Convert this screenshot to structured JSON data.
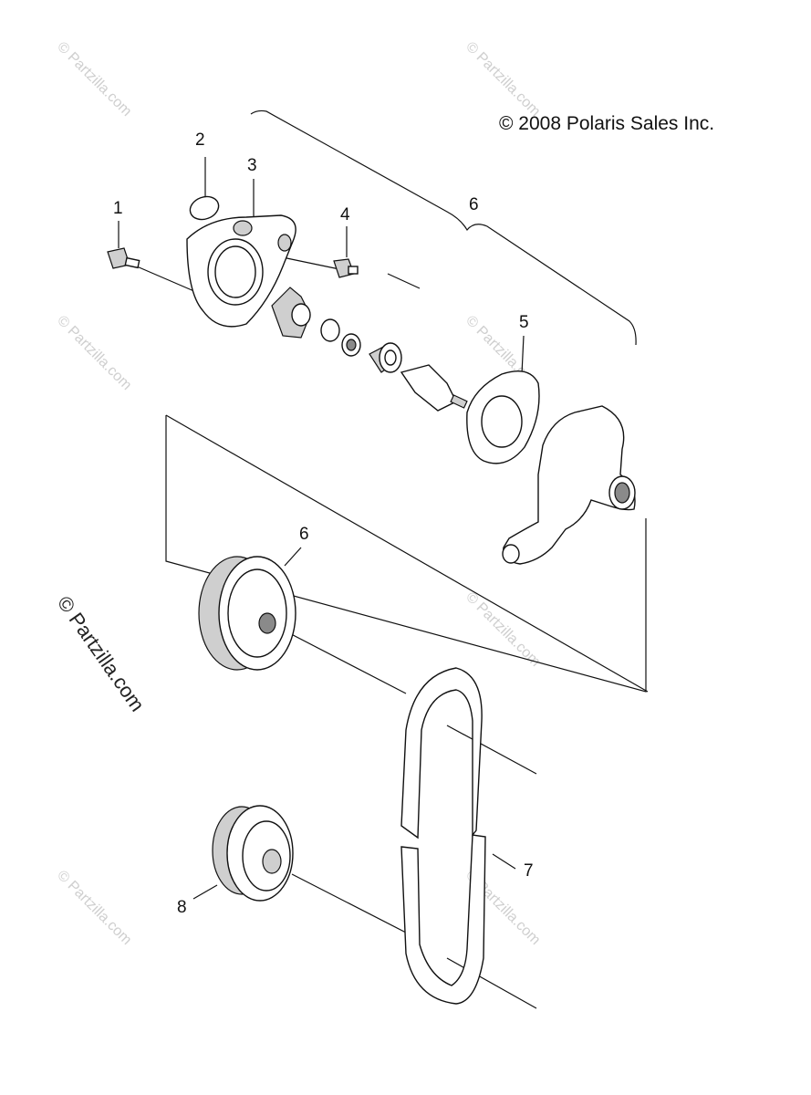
{
  "copyright": "© 2008 Polaris Sales Inc.",
  "watermark": "© Partzilla.com",
  "callouts": {
    "c1": "1",
    "c2": "2",
    "c3": "3",
    "c4": "4",
    "c5": "5",
    "c6a": "6",
    "c6b": "6",
    "c7": "7",
    "c8": "8"
  }
}
